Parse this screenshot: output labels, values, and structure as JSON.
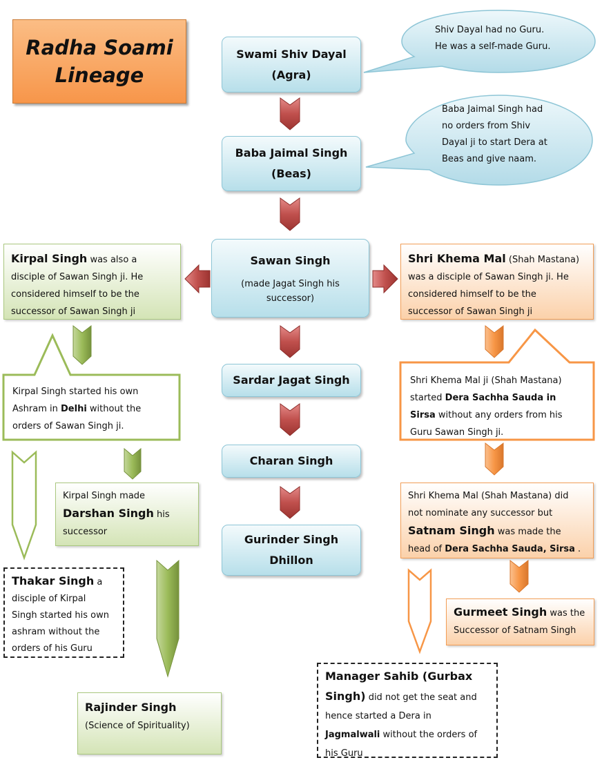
{
  "title": {
    "line1": "Radha Soami",
    "line2": "Lineage"
  },
  "center": [
    {
      "line1": "Swami Shiv Dayal",
      "line2": "(Agra)"
    },
    {
      "line1": "Baba Jaimal Singh",
      "line2": "(Beas)"
    },
    {
      "line1": "Sawan Singh",
      "note1": "(made Jagat Singh his",
      "note2": "successor)"
    },
    {
      "line1": "Sardar Jagat Singh"
    },
    {
      "line1": "Charan Singh"
    },
    {
      "line1": "Gurinder Singh",
      "line2": "Dhillon"
    }
  ],
  "speech": [
    {
      "l1": "Shiv Dayal had no Guru.",
      "l2": "He was a self-made Guru."
    },
    {
      "l1": "Baba Jaimal Singh had",
      "l2": "no orders from Shiv",
      "l3": "Dayal ji to start Dera at",
      "l4": "Beas and give naam."
    }
  ],
  "left": {
    "kirpal": {
      "name": "Kirpal Singh",
      "t1": " was also a",
      "t2": "disciple of Sawan Singh ji. He",
      "t3": "considered himself to be the",
      "t4": "successor of Sawan Singh ji"
    },
    "ashram": {
      "t1": "Kirpal Singh started his own",
      "t2a": "Ashram in ",
      "t2b": "Delhi",
      "t2c": " without the",
      "t3": "orders of Sawan Singh ji."
    },
    "darshan": {
      "t1": "Kirpal Singh made",
      "name": "Darshan Singh",
      "t2": " his",
      "t3": "successor"
    },
    "thakar": {
      "name": "Thakar Singh",
      "t1": " a",
      "t2": "disciple of Kirpal",
      "t3": "Singh started his own",
      "t4": "ashram without the",
      "t5": "orders of his Guru"
    },
    "rajinder": {
      "name": "Rajinder Singh",
      "t1": "(Science of Spirituality)"
    }
  },
  "right": {
    "khema": {
      "name": "Shri Khema Mal",
      "t1": " (Shah Mastana)",
      "t2": "was a disciple of Sawan Singh ji. He",
      "t3": "considered himself to be the",
      "t4": "successor of Sawan Singh ji"
    },
    "dera": {
      "t1": "Shri Khema Mal ji (Shah Mastana)",
      "t2a": "started ",
      "t2b": "Dera Sachha Sauda in",
      "t3a": "Sirsa",
      "t3b": " without any orders from his",
      "t4": "Guru Sawan Singh ji."
    },
    "satnam": {
      "t1": "Shri Khema Mal (Shah Mastana) did",
      "t2": "not nominate any successor but",
      "name": "Satnam Singh",
      "t3": " was made the",
      "t4a": "head of ",
      "t4b": "Dera Sachha Sauda, Sirsa",
      "t4c": " ."
    },
    "gurmeet": {
      "name": "Gurmeet Singh",
      "t1": " was the",
      "t2": "Successor of Satnam Singh"
    },
    "manager": {
      "name1": "Manager Sahib (Gurbax",
      "name2": "Singh)",
      "t1": " did not get the seat and",
      "t2": "hence started a Dera in",
      "t3a": "Jagmalwali",
      "t3b": " without the orders of",
      "t4": "his Guru"
    }
  },
  "colors": {
    "red_arrow": "#c0504d",
    "green_arrow": "#9bbb59",
    "orange_arrow": "#f79646",
    "blue_box": "#b7dfea"
  }
}
